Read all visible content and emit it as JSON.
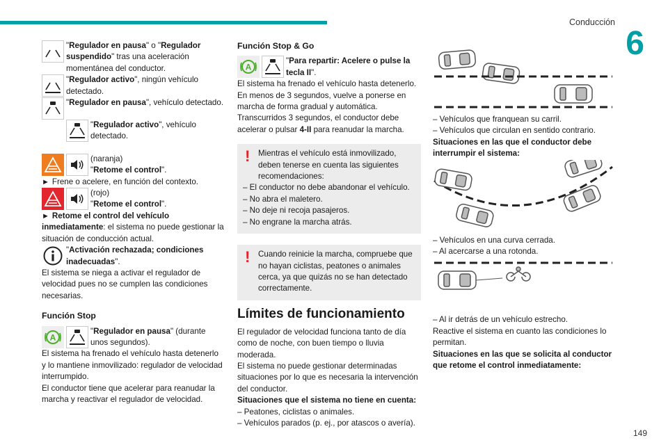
{
  "header": {
    "section_title": "Conducción",
    "chapter_number": "6",
    "page_number": "149"
  },
  "col1": {
    "item1": {
      "q1": "\"",
      "b1": "Regulador en pausa",
      "t1": "\" o \"",
      "b2": "Regulador suspendido",
      "t2": "\" tras una aceleración momentánea del conductor."
    },
    "item2": {
      "q": "\"",
      "b": "Regulador activo",
      "t": "\", ningún vehículo detectado."
    },
    "item3": {
      "q": "\"",
      "b": "Regulador en pausa",
      "t": "\", vehículo detectado."
    },
    "item4": {
      "q": "\"",
      "b": "Regulador activo",
      "t": "\", vehículo detectado."
    },
    "orange": {
      "color": "(naranja)",
      "q": "\"",
      "b": "Retome el control",
      "t": "\"."
    },
    "orange_action": "Frene o acelere, en función del contexto.",
    "red": {
      "color": "(rojo)",
      "q": "\"",
      "b": "Retome el control",
      "t": "\"."
    },
    "red_action": {
      "b": "Retome el control del vehículo inmediatamente",
      "t": ": el sistema no puede gestionar la situación de conducción actual."
    },
    "info": {
      "q": "\"",
      "b": "Activación rechazada; condiciones inadecuadas",
      "t": "\"."
    },
    "info_text": "El sistema se niega a activar el regulador de velocidad pues no se cumplen las condiciones necesarias.",
    "stop_title": "Función Stop",
    "stop_item": {
      "q": "\"",
      "b": "Regulador en pausa",
      "t": "\" (durante unos segundos)."
    },
    "stop_p1": "El sistema ha frenado el vehículo hasta detenerlo y lo mantiene inmovilizado: regulador de velocidad interrumpido.",
    "stop_p2": "El conductor tiene que acelerar para reanudar la marcha y reactivar el regulador de velocidad."
  },
  "col2": {
    "stopgo_title": "Función Stop & Go",
    "stopgo_item": {
      "q": "\"",
      "b": "Para repartir: Acelere o pulse la tecla II",
      "t": "\"."
    },
    "stopgo_p1": "El sistema ha frenado el vehículo hasta detenerlo.",
    "stopgo_p2": "En menos de 3 segundos, vuelve a ponerse en marcha de forma gradual y automática.",
    "stopgo_p3a": "Transcurridos 3 segundos, el conductor debe acelerar o pulsar ",
    "stopgo_p3b": "4-II",
    "stopgo_p3c": " para reanudar la marcha.",
    "warn1": {
      "mark": "!",
      "intro": "Mientras el vehículo está inmovilizado, deben tenerse en cuenta las siguientes recomendaciones:",
      "items": [
        "– El conductor no debe abandonar el vehículo.",
        "– No abra el maletero.",
        "– No deje ni recoja pasajeros.",
        "– No engrane la marcha atrás."
      ]
    },
    "warn2": {
      "mark": "!",
      "text": "Cuando reinicie la marcha, compruebe que no hayan ciclistas, peatones o animales cerca, ya que quizás no se han detectado correctamente."
    },
    "limits_title": "Límites de funcionamiento",
    "limits_p1": "El regulador de velocidad funciona tanto de día como de noche, con buen tiempo o lluvia moderada.",
    "limits_p2": "El sistema no puede gestionar determinadas situaciones por lo que es necesaria la intervención del conductor.",
    "limits_h": "Situaciones que el sistema no tiene en cuenta:",
    "limits_items": [
      "– Peatones, ciclistas o animales.",
      "– Vehículos parados (p. ej., por atascos o avería)."
    ]
  },
  "col3": {
    "list1": [
      "– Vehículos que franquean su carril.",
      "– Vehículos que circulan en sentido contrario."
    ],
    "h1": "Situaciones en las que el conductor debe interrumpir el sistema:",
    "list2": [
      "– Vehículos en una curva cerrada.",
      "– Al acercarse a una rotonda."
    ],
    "list3": [
      "– Al ir detrás de un vehículo estrecho."
    ],
    "p_resume": "Reactive el sistema en cuanto las condiciones lo permitan.",
    "h2": "Situaciones en las que se solicita al conductor que retome el control inmediatamente:"
  },
  "colors": {
    "accent": "#00a0a6",
    "orange": "#f07c20",
    "red": "#e3262d",
    "green": "#4caf2a"
  },
  "icons": [
    "regulator-pause-icon",
    "regulator-active-icon",
    "regulator-vehicle-icon",
    "alert-triangle-icon",
    "speaker-icon",
    "info-icon",
    "auto-hold-icon"
  ]
}
